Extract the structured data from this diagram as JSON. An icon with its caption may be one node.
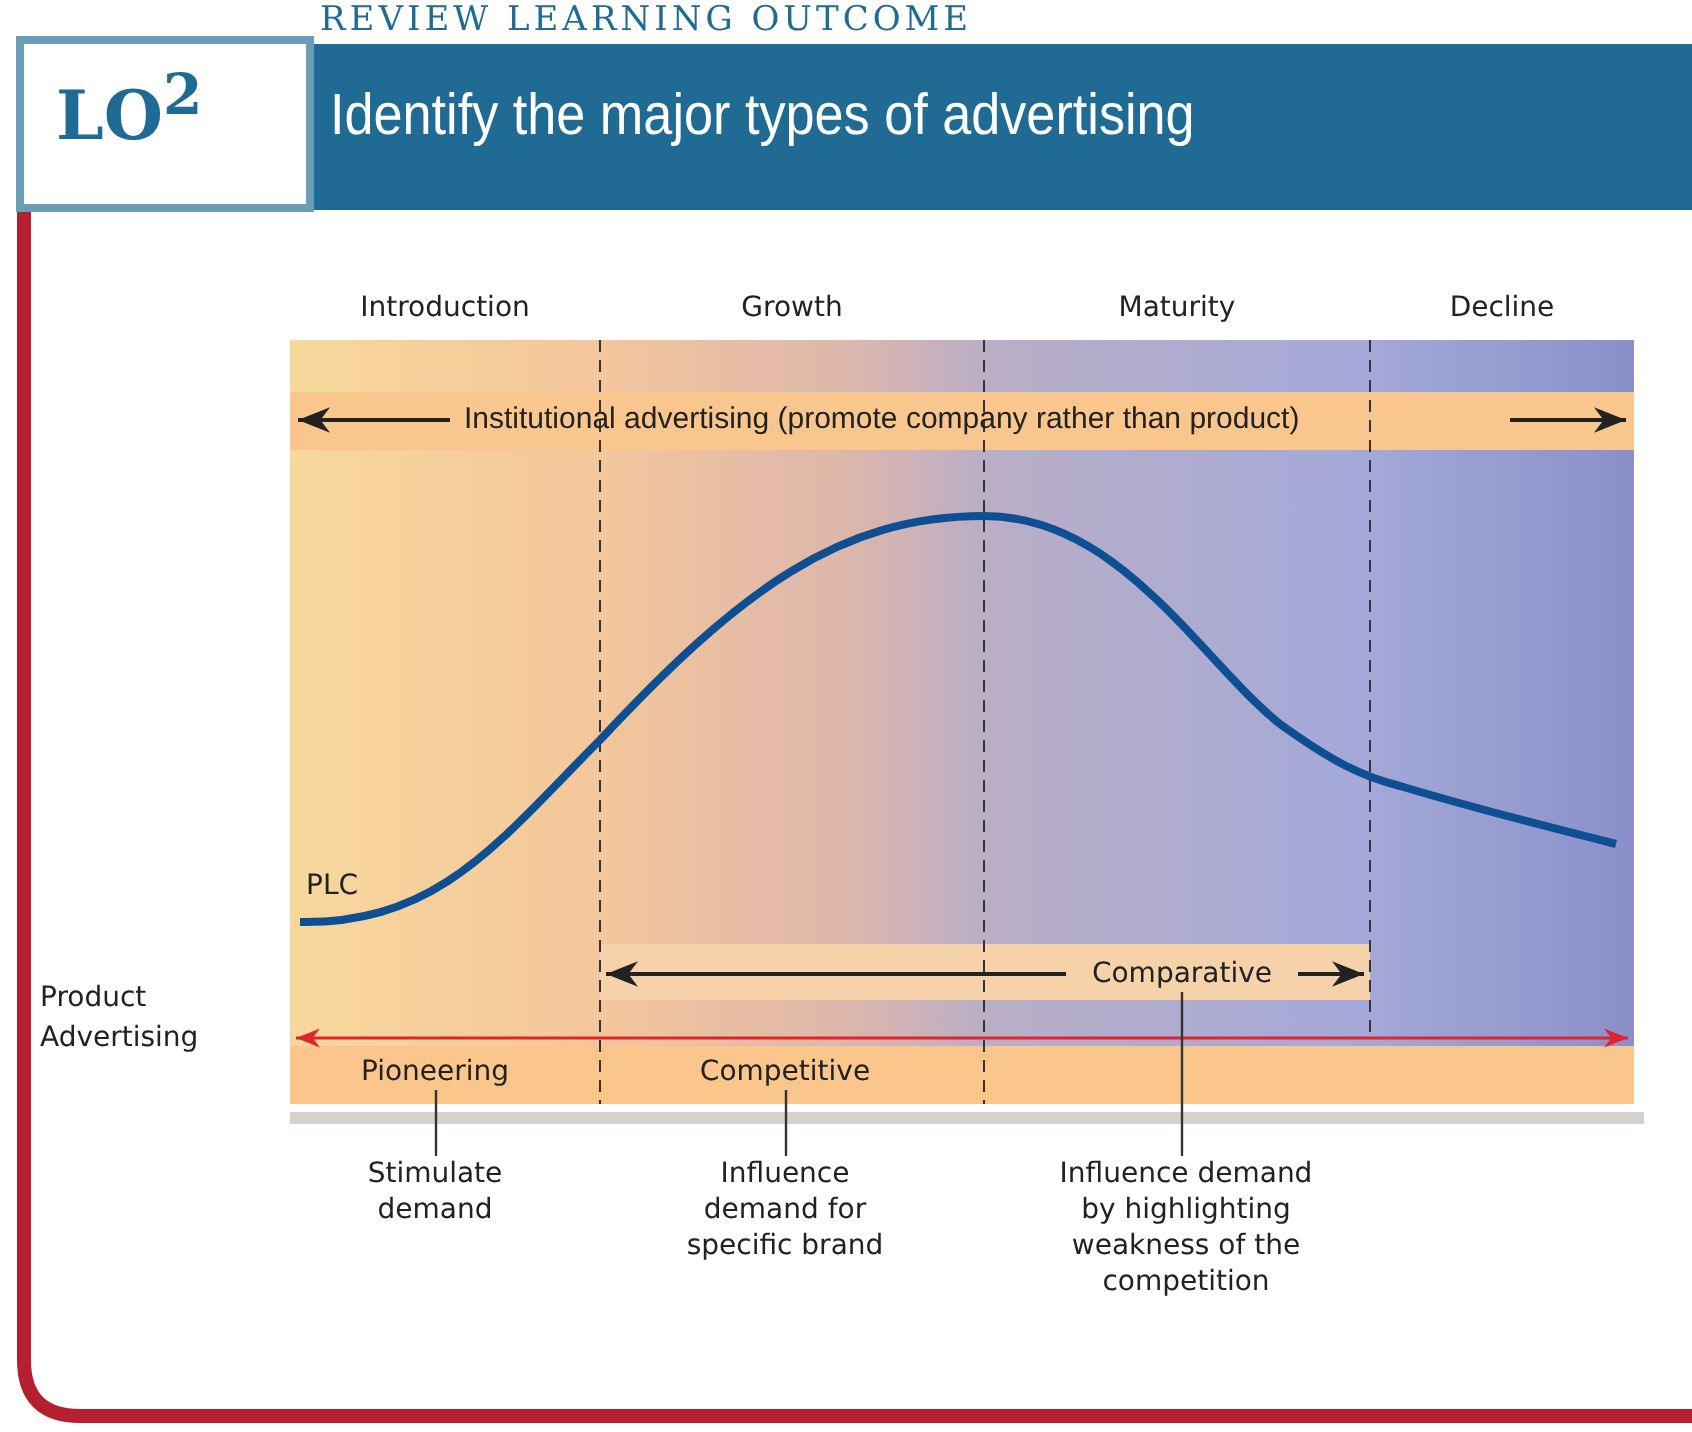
{
  "diagram": {
    "title": "Identify the major types of advertising",
    "nodes": [
      {
        "text": [
          "Pioneering"
        ]
      },
      {
        "text": [
          "Competitive"
        ]
      },
      {
        "text": [
          "Comparative"
        ]
      },
      {
        "text": [
          "Stimulate demand"
        ]
      },
      {
        "text": [
          "Influence demand for specific brand"
        ]
      },
      {
        "text": [
          "Influence demand by highlighting weakness of the competition"
        ]
      }
    ],
    "edges": [
      {
        "from": 3,
        "to": 0,
        "arrow": "none"
      },
      {
        "from": 4,
        "to": 1,
        "arrow": "none"
      },
      {
        "from": 5,
        "to": 2,
        "arrow": "none"
      }
    ],
    "labels": [
      "REVIEW LEARNING OUTCOME",
      "LO$^{2}$",
      "Introduction",
      "Growth",
      "Maturity",
      "Decline",
      "Institutional advertising (promote company rather than product)",
      "PLC",
      "Product Advertising"
    ]
  }
}
